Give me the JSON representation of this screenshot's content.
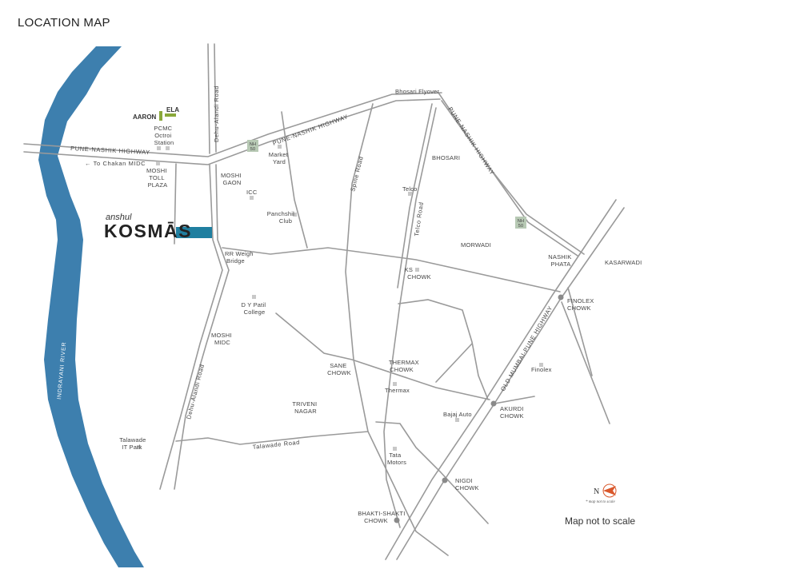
{
  "title": "LOCATION MAP",
  "project": {
    "brand_prefix": "anshul",
    "brand_name": "KOSMĀS",
    "color": "#1f7fa0"
  },
  "river": {
    "name": "INDRAYANI RIVER",
    "color": "#3d7fae"
  },
  "roads": {
    "pune_nashik_highway_west": "PUNE-NASHIK HIGHWAY",
    "pune_nashik_highway_mid": "PUNE-NASHIK HIGHWAY",
    "pune_nashik_highway_east": "PUNE-NASHIK HIGHWAY",
    "dehu_alandi_north": "Dehu-Alandi Road",
    "dehu_alandi_south": "Dehu-Alandi Road",
    "spine_road": "Spine Road",
    "telco_road": "Telco Road",
    "talawade_road": "Talawade Road",
    "old_mumbai_pune_highway": "OLD MUMBAI-PUNE HIGHWAY",
    "bhosari_flyover": "Bhosari Flyover",
    "to_chakan": "← To Chakan MIDC"
  },
  "shields": {
    "nh_west": "NH\n50",
    "nh_east": "NH\n50"
  },
  "places": {
    "aaron": "AARON",
    "ela": "ELA",
    "pcmc_octroi": [
      "PCMC",
      "Octroi",
      "Station"
    ],
    "moshi_toll": [
      "MOSHI",
      "TOLL",
      "PLAZA"
    ],
    "moshi_gaon": [
      "MOSHI",
      "GAON"
    ],
    "market_yard": [
      "Market",
      "Yard"
    ],
    "icc": "ICC",
    "panchshil": [
      "Panchshil",
      "Club"
    ],
    "bhosari": "BHOSARI",
    "telco": "Telco",
    "morwadi": "MORWADI",
    "nashik_phata": [
      "NASHIK",
      "PHATA"
    ],
    "kasarwadi": "KASARWADI",
    "rr_weigh": [
      "RR Weigh",
      "Bridge"
    ],
    "ks_chowk": [
      "KS",
      "CHOWK"
    ],
    "dy_patil": [
      "D Y Patil",
      "College"
    ],
    "finolex_chowk": [
      "FINOLEX",
      "CHOWK"
    ],
    "moshi_midc": [
      "MOSHI",
      "MIDC"
    ],
    "sane_chowk": [
      "SANE",
      "CHOWK"
    ],
    "thermax_chowk": [
      "THERMAX",
      "CHOWK"
    ],
    "thermax": "Thermax",
    "finolex": "Finolex",
    "triveni": [
      "TRIVENI",
      "NAGAR"
    ],
    "bajaj": "Bajaj Auto",
    "akurdi": [
      "AKURDI",
      "CHOWK"
    ],
    "talawade_it": [
      "Talawade",
      "IT Park"
    ],
    "tata": [
      "Tata",
      "Motors"
    ],
    "nigdi": [
      "NIGDI",
      "CHOWK"
    ],
    "bhakti": [
      "BHAKTI-SHAKTI",
      "CHOWK"
    ]
  },
  "compass": {
    "letter": "N",
    "note": "* map not to scale"
  },
  "scale_note": "Map not to scale",
  "colors": {
    "road": "#9a9a9a",
    "landmark_dot": "#c8c8c8",
    "chowk_dot": "#8a8a8a",
    "ela_green": "#8aa83a",
    "shield": "#b7c9b4",
    "compass": "#d9572b"
  }
}
